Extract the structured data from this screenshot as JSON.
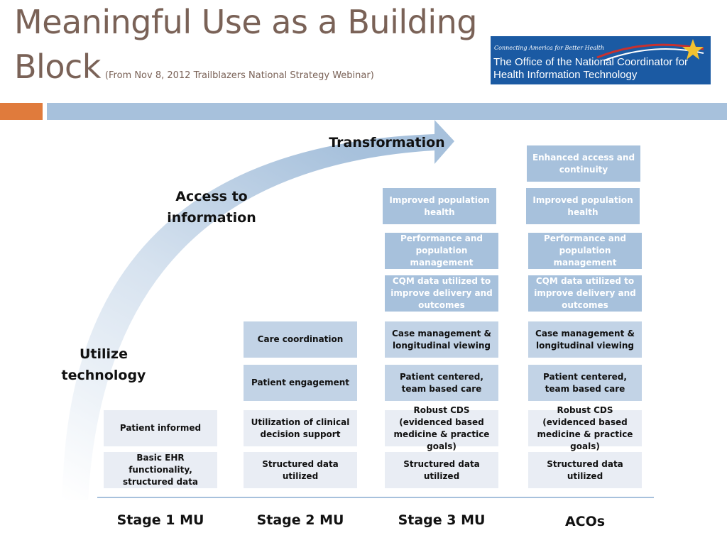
{
  "title": {
    "line1": "Meaningful Use as a Building",
    "line2": "Block",
    "subtitle": "(From Nov 8, 2012 Trailblazers  National Strategy Webinar)"
  },
  "logo": {
    "tagline": "Connecting America for Better Health",
    "name_line1": "The Office of the National Coordinator for",
    "name_line2": "Health Information Technology"
  },
  "arrow_labels": {
    "transformation": "Transformation",
    "access_line1": "Access to",
    "access_line2": "information",
    "utilize_line1": "Utilize",
    "utilize_line2": "technology"
  },
  "columns": [
    {
      "stage": "Stage 1 MU",
      "boxes": [
        {
          "text": "Patient informed",
          "shade": "light"
        },
        {
          "text": "Basic EHR functionality, structured data",
          "shade": "light"
        }
      ]
    },
    {
      "stage": "Stage 2 MU",
      "boxes": [
        {
          "text": "Care coordination",
          "shade": "mid"
        },
        {
          "text": "Patient engagement",
          "shade": "mid"
        },
        {
          "text": "Utilization of clinical decision support",
          "shade": "light"
        },
        {
          "text": "Structured data utilized",
          "shade": "light"
        }
      ]
    },
    {
      "stage": "Stage 3 MU",
      "boxes": [
        {
          "text": "Improved population health",
          "shade": "dark"
        },
        {
          "text": "Performance and population management",
          "shade": "dark"
        },
        {
          "text": "CQM data utilized to improve delivery and outcomes",
          "shade": "dark"
        },
        {
          "text": "Case management & longitudinal viewing",
          "shade": "mid"
        },
        {
          "text": "Patient centered, team based care",
          "shade": "mid"
        },
        {
          "text": "Robust CDS (evidenced based medicine & practice goals)",
          "shade": "light"
        },
        {
          "text": "Structured data utilized",
          "shade": "light"
        }
      ]
    },
    {
      "stage": "ACOs",
      "boxes": [
        {
          "text": "Enhanced access and continuity",
          "shade": "dark"
        },
        {
          "text": "Improved population health",
          "shade": "dark"
        },
        {
          "text": "Performance and population management",
          "shade": "dark"
        },
        {
          "text": "CQM data utilized to improve delivery and outcomes",
          "shade": "dark"
        },
        {
          "text": "Case management & longitudinal viewing",
          "shade": "mid"
        },
        {
          "text": "Patient centered, team based care",
          "shade": "mid"
        },
        {
          "text": "Robust CDS (evidenced based medicine & practice goals)",
          "shade": "light"
        },
        {
          "text": "Structured data utilized",
          "shade": "light"
        }
      ]
    }
  ],
  "colors": {
    "title": "#7a6257",
    "accent_orange": "#e07b3c",
    "accent_blue": "#a7c1dc",
    "box_mid": "#c2d3e6",
    "box_light": "#e9edf4",
    "logo_bg": "#1b5aa3"
  }
}
